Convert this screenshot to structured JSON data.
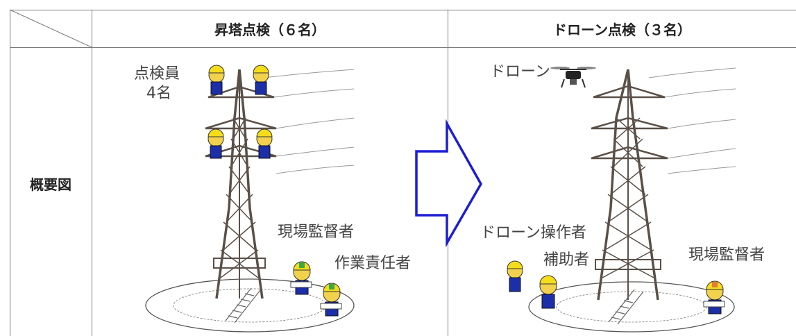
{
  "header": {
    "col1": "昇塔点検（６名）",
    "col2": "ドローン点検（３名）"
  },
  "row_label": "概要図",
  "left_panel": {
    "inspector_label_line1": "点検員",
    "inspector_label_line2": "4名",
    "supervisor_label": "現場監督者",
    "work_leader_label": "作業責任者"
  },
  "right_panel": {
    "drone_label": "ドローン",
    "operator_label": "ドローン操作者",
    "assistant_label": "補助者",
    "supervisor_label": "現場監督者"
  },
  "colors": {
    "arrow": "#1d1dd6",
    "tower": "#5a5048",
    "helmet": "#f5dd1a",
    "uniform": "#1c2fa8"
  }
}
